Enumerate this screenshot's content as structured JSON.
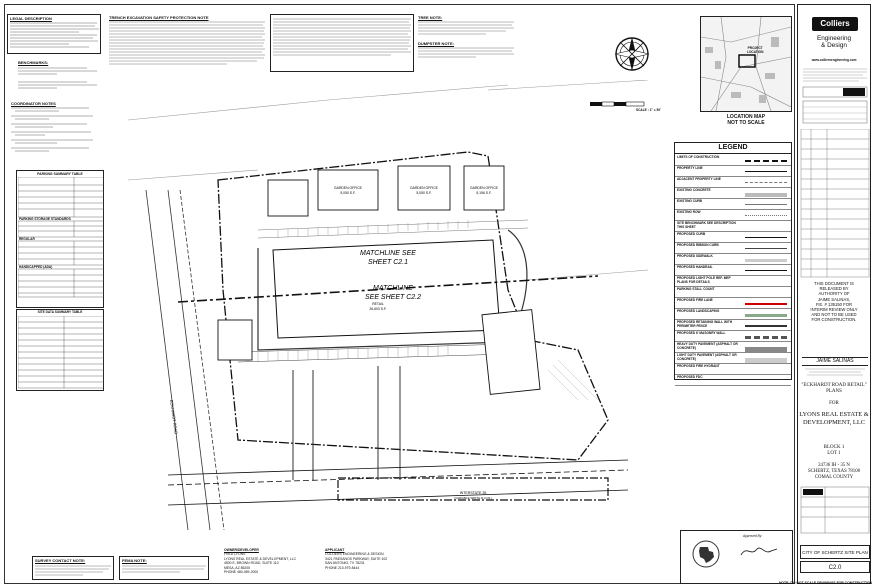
{
  "legal_description": {
    "title": "LEGAL DESCRIPTION"
  },
  "benchmarks": {
    "title": "BENCHMARKS:"
  },
  "coordinator_notes": {
    "title": "COORDINATOR NOTES"
  },
  "parking_table": {
    "title": "PARKING SUMMARY TABLE",
    "storage_title": "PARKING STORAGE STANDARDS",
    "regular": "REGULAR",
    "handicapped": "HANDICAPPED (ADA)"
  },
  "site_data_table": {
    "title": "SITE DATA SUMMARY TABLE"
  },
  "trench_notice": {
    "title": "TRENCH EXCAVATION SAFETY PROTECTION NOTE"
  },
  "tree_note": {
    "title": "TREE NOTE:"
  },
  "dumpster_note": {
    "title": "DUMPSTER NOTE:"
  },
  "survey_contact": {
    "title": "SURVEY CONTACT NOTE:"
  },
  "fema_note": {
    "title": "FEMA NOTE:"
  },
  "owner": {
    "title": "OWNER/DEVELOPER",
    "lines": [
      "FRED LYONS",
      "LYONS REAL ESTATE & DEVELOPMENT, LLC",
      "4500 E. BROWN ROAD, SUITE 110",
      "MESA, AZ 85205",
      "PHONE 480-459-2000"
    ]
  },
  "applicant": {
    "title": "APPLICANT",
    "lines": [
      "COLLIERS ENGINEERING & DESIGN",
      "3421 PAESANOS PARKWAY, SUITE 102",
      "SAN ANTONIO, TX 78231",
      "PHONE 210-979-8444"
    ]
  },
  "plan": {
    "matchline_top": [
      "MATCHLINE SEE",
      "SHEET C2.1"
    ],
    "matchline_bottom": [
      "MATCHLINE",
      "SEE SHEET C2.2"
    ],
    "retail_a": [
      "GARDEN OFFICE",
      "5,050 S.F."
    ],
    "retail_b": [
      "GARDEN OFFICE",
      "5,050 S.F."
    ],
    "retail_c": [
      "GARDEN OFFICE",
      "5,156 S.F."
    ],
    "retail_main": [
      "RETAIL",
      "26,603 S.F."
    ],
    "road_ih": [
      "INTERSTATE 35",
      "(VARIABLE WIDTH R.O.W.)"
    ],
    "road_side": "ECKHARDT ROAD"
  },
  "location_map": {
    "title": "LOCATION MAP",
    "subtitle": "NOT TO SCALE",
    "project_label": [
      "PROJECT",
      "LOCATION"
    ]
  },
  "scale": {
    "label": "SCALE : 1\" = 50'"
  },
  "legend": {
    "title": "LEGEND",
    "items": [
      "LIMITS OF CONSTRUCTION",
      "PROPERTY LINE",
      "ADJACENT PROPERTY LINE",
      "EXISTING CONCRETE",
      "EXISTING CURB",
      "EXISTING ROW",
      "SITE BENCHMARK SEE DESCRIPTION THIS SHEET",
      "PROPOSED CURB",
      "PROPOSED RIBBON CURB",
      "PROPOSED SIDEWALK",
      "PROPOSED HANDRAIL",
      "PROPOSED LIGHT POLE REF. MEP PLANS FOR DETAILS",
      "PARKING STALL COUNT",
      "PROPOSED FIRE LANE",
      "PROPOSED LANDSCAPING",
      "PROPOSED RETAINING WALL WITH PERIMETER FENCE",
      "PROPOSED 6' MASONRY WALL",
      "HEAVY DUTY PAVEMENT (ASPHALT OR CONCRETE)",
      "LIGHT DUTY PAVEMENT (ASPHALT OR CONCRETE)",
      "PROPOSED FIRE HYDRANT",
      "PROPOSED FDC"
    ]
  },
  "title_block": {
    "firm_logo": "Colliers",
    "firm_sub": [
      "Engineering",
      "& Design"
    ],
    "website": "www.colliersengineering.com",
    "release_notice": [
      "THIS DOCUMENT IS",
      "RELEASED BY",
      "AUTHORITY OF",
      "JAIME SALINAS,",
      "P.E. # 135150 FOR",
      "INTERIM REVIEW ONLY",
      "AND NOT TO BE USED",
      "FOR CONSTRUCTION."
    ],
    "engineer": "JAIME SALINAS",
    "project_name": [
      "\"ECKHARDT ROAD RETAIL\"",
      "PLANS"
    ],
    "for_label": "FOR",
    "client": [
      "LYONS REAL ESTATE &",
      "DEVELOPMENT, LLC"
    ],
    "block": [
      "BLOCK 1",
      "LOT 1"
    ],
    "address": [
      "24736 IH - 35 N",
      "SCHERTZ, TEXAS 78108",
      "COMAL COUNTY"
    ],
    "sheet_title": "CITY OF SCHERTZ SITE PLAN",
    "sheet_no": "C2.0",
    "footer_note": "NOTE: DO NOT SCALE DRAWINGS FOR CONSTRUCTION"
  },
  "approval": {
    "label": "Approved By:"
  }
}
